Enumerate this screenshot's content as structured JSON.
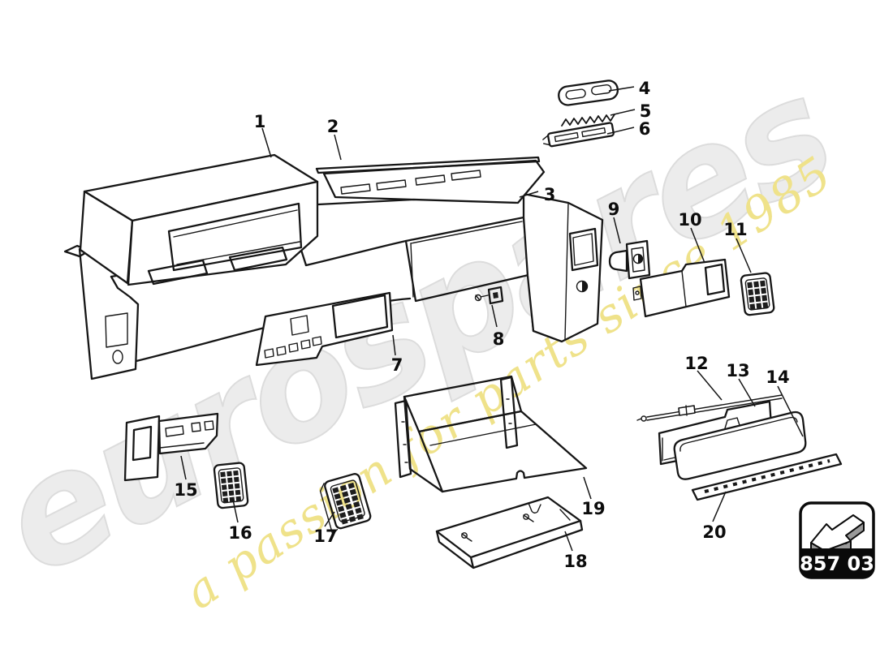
{
  "page": {
    "background": "#ffffff",
    "line_color": "#161616"
  },
  "watermark": {
    "brand_text": "eurospares",
    "tagline_text": "a passion for parts since 1985",
    "brand_fill": "#ececec",
    "brand_outline": "#dcdcdc",
    "tagline_color": "#efe28a"
  },
  "badge": {
    "code": "857 03",
    "band_color": "#0a0a0a",
    "icon": "parts-box-arrow-icon"
  },
  "callouts": [
    {
      "n": "1"
    },
    {
      "n": "2"
    },
    {
      "n": "3"
    },
    {
      "n": "4"
    },
    {
      "n": "5"
    },
    {
      "n": "6"
    },
    {
      "n": "7"
    },
    {
      "n": "8"
    },
    {
      "n": "9"
    },
    {
      "n": "10"
    },
    {
      "n": "11"
    },
    {
      "n": "12"
    },
    {
      "n": "13"
    },
    {
      "n": "14"
    },
    {
      "n": "15"
    },
    {
      "n": "16"
    },
    {
      "n": "17"
    },
    {
      "n": "18"
    },
    {
      "n": "19"
    },
    {
      "n": "20"
    }
  ]
}
